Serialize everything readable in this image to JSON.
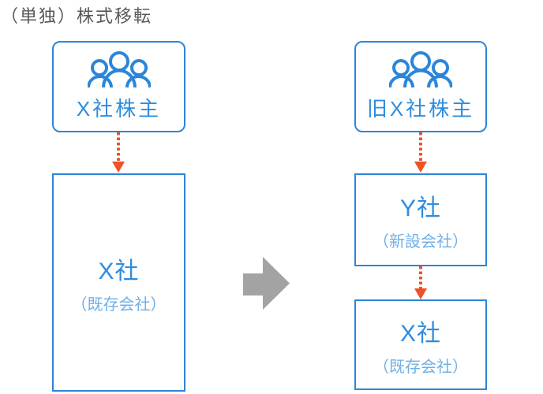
{
  "title": "（単独）株式移転",
  "colors": {
    "box_border_blue": "#2b86d9",
    "name_text_blue": "#2e8cde",
    "note_text_light_blue": "#6fb0e8",
    "ownership_arrow_orange": "#ee5226",
    "transform_arrow_gray": "#a3a3a3",
    "title_gray": "#595959"
  },
  "icons": {
    "people": "three-person group outline",
    "ownership_arrow": "orange dotted down arrow",
    "transform_arrow": "gray solid right block arrow"
  },
  "before": {
    "shareholders": {
      "label": "X社株主"
    },
    "company": {
      "name": "X社",
      "note": "（既存会社）"
    }
  },
  "after": {
    "shareholders": {
      "label": "旧X社株主"
    },
    "new_company": {
      "name": "Y社",
      "note": "（新設会社）"
    },
    "existing_company": {
      "name": "X社",
      "note": "（既存会社）"
    }
  }
}
